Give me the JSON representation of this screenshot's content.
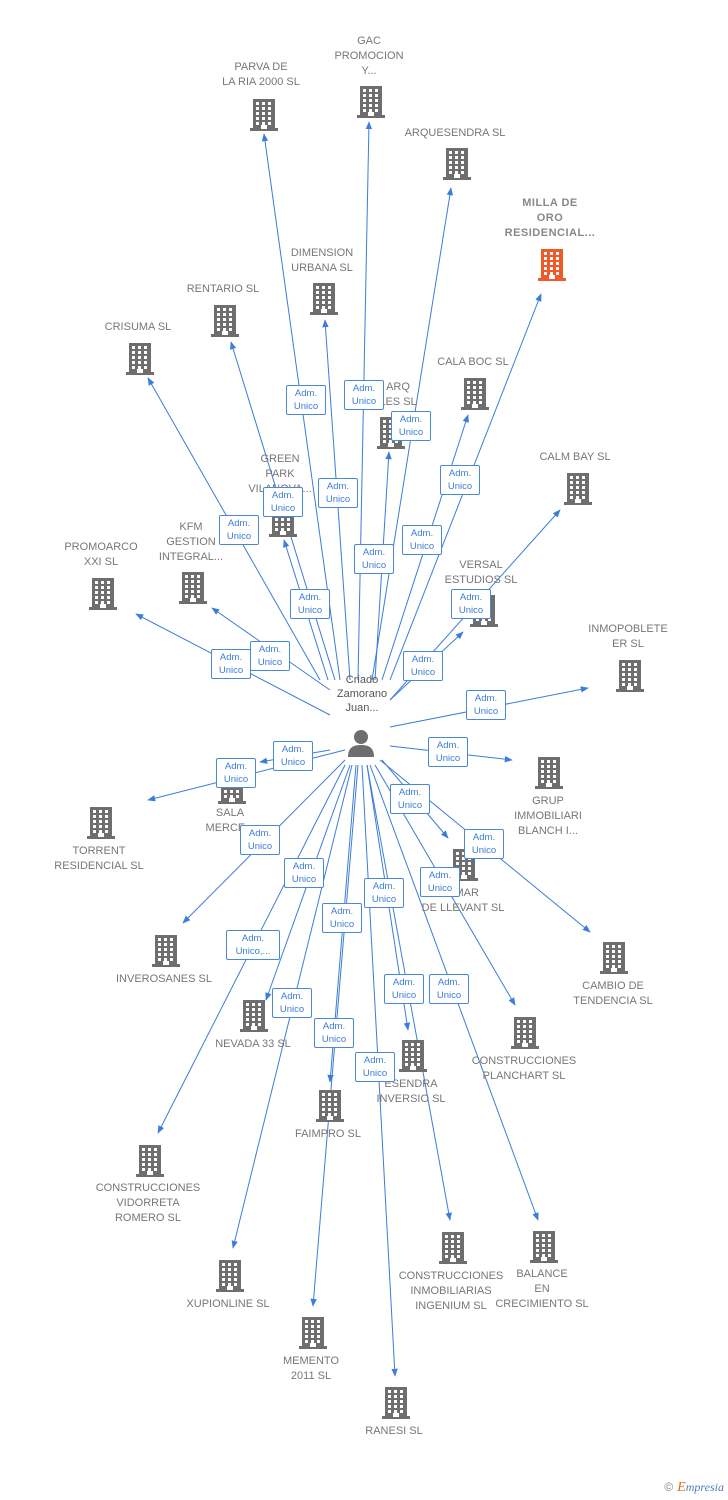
{
  "colors": {
    "edge": "#3b7dd8",
    "building": "#6e6e6e",
    "highlight": "#f05a28",
    "badge_border": "#4a89d8"
  },
  "person": {
    "name": "Criado\nZamorano\nJuan...",
    "icon": "person-icon"
  },
  "companies": [
    {
      "id": "parva",
      "name": "PARVA DE\nLA RIA 2000 SL"
    },
    {
      "id": "gac",
      "name": "GAC\nPROMOCION\nY..."
    },
    {
      "id": "arquesendra",
      "name": "ARQUESENDRA SL"
    },
    {
      "id": "milla",
      "name": "MILLA DE\nORO\nRESIDENCIAL...",
      "highlight": true
    },
    {
      "id": "dimension",
      "name": "DIMENSION\nURBANA SL"
    },
    {
      "id": "rentario",
      "name": "RENTARIO SL"
    },
    {
      "id": "crisuma",
      "name": "CRISUMA SL"
    },
    {
      "id": "arq",
      "name": "ARQ\nLES SL"
    },
    {
      "id": "calaboc",
      "name": "CALA BOC SL"
    },
    {
      "id": "green",
      "name": "GREEN\nPARK\nVILANOVA..."
    },
    {
      "id": "calmbay",
      "name": "CALM BAY SL"
    },
    {
      "id": "kfm",
      "name": "KFM\nGESTION\nINTEGRAL..."
    },
    {
      "id": "promoarco",
      "name": "PROMOARCO\nXXI SL"
    },
    {
      "id": "versal",
      "name": "VERSAL\nESTUDIOS SL"
    },
    {
      "id": "inmopoble",
      "name": "INMOPOBLETE\nER SL"
    },
    {
      "id": "torrent",
      "name": "TORRENT\nRESIDENCIAL SL"
    },
    {
      "id": "sala",
      "name": "SALA\nMERCE..."
    },
    {
      "id": "grup",
      "name": "GRUP\nIMMOBILIARI\nBLANCH I..."
    },
    {
      "id": "amar",
      "name": "AMAR\nDE LLEVANT SL"
    },
    {
      "id": "inverosanes",
      "name": "INVEROSANES SL"
    },
    {
      "id": "cambio",
      "name": "CAMBIO DE\nTENDENCIA SL"
    },
    {
      "id": "nevada",
      "name": "NEVADA 33 SL"
    },
    {
      "id": "plan",
      "name": "CONSTRUCCIONES\nPLANCHART SL"
    },
    {
      "id": "esendra",
      "name": "ESENDRA\nINVERSIO SL"
    },
    {
      "id": "faimpro",
      "name": "FAIMPRO SL"
    },
    {
      "id": "vidorreta",
      "name": "CONSTRUCCIONES\nVIDORRETA\nROMERO SL"
    },
    {
      "id": "ingenium",
      "name": "CONSTRUCCIONES\nINMOBILIARIAS\nINGENIUM SL"
    },
    {
      "id": "balance",
      "name": "BALANCE\nEN\nCRECIMIENTO SL"
    },
    {
      "id": "xupionline",
      "name": "XUPIONLINE SL"
    },
    {
      "id": "memento",
      "name": "MEMENTO\n2011 SL"
    },
    {
      "id": "ranesi",
      "name": "RANESI SL"
    }
  ],
  "edge_label": "Adm.\nUnico",
  "edge_label_multi": "Adm.\nUnico,...",
  "footer": {
    "copyright": "©",
    "brand_first": "E",
    "brand_rest": "mpresia"
  }
}
